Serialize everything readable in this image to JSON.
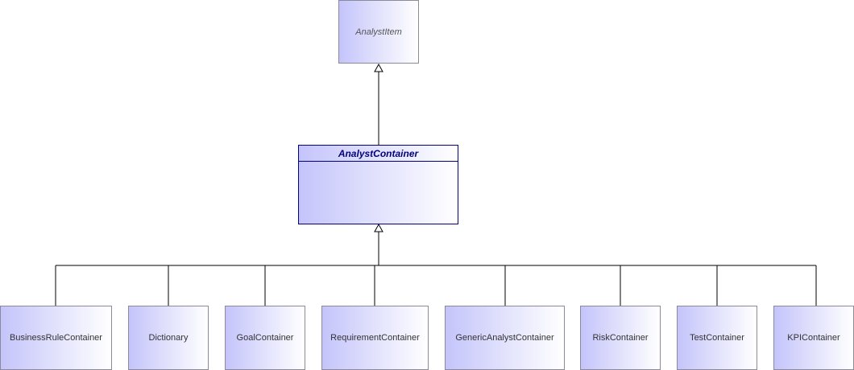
{
  "diagram": {
    "top_class": {
      "label": "AnalystItem"
    },
    "middle_class": {
      "label": "AnalystContainer"
    },
    "subclasses": [
      {
        "label": "BusinessRuleContainer"
      },
      {
        "label": "Dictionary"
      },
      {
        "label": "GoalContainer"
      },
      {
        "label": "RequirementContainer"
      },
      {
        "label": "GenericAnalystContainer"
      },
      {
        "label": "RiskContainer"
      },
      {
        "label": "TestContainer"
      },
      {
        "label": "KPIContainer"
      }
    ]
  }
}
